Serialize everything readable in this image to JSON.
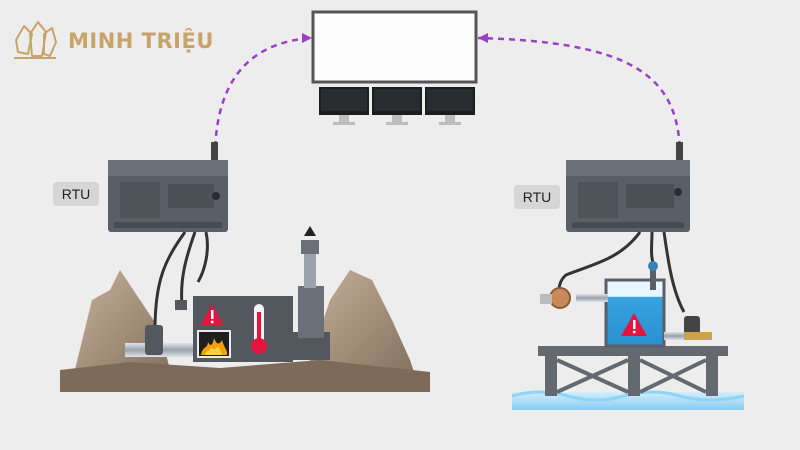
{
  "brand": {
    "name": "MINH TRIỆU",
    "color": "#c9a46a"
  },
  "devices": {
    "left_rtu_label": "RTU",
    "right_rtu_label": "RTU"
  },
  "colors": {
    "link": "#9b3fc9",
    "rtu_body": "#5a5e66",
    "hazard": "#e3153e",
    "water": "#3aa7e6",
    "rock": "#a08f7c"
  },
  "icons": [
    "logo-crystal-icon",
    "warning-icon",
    "fire-icon",
    "thermometer-icon",
    "monitor-icon"
  ]
}
